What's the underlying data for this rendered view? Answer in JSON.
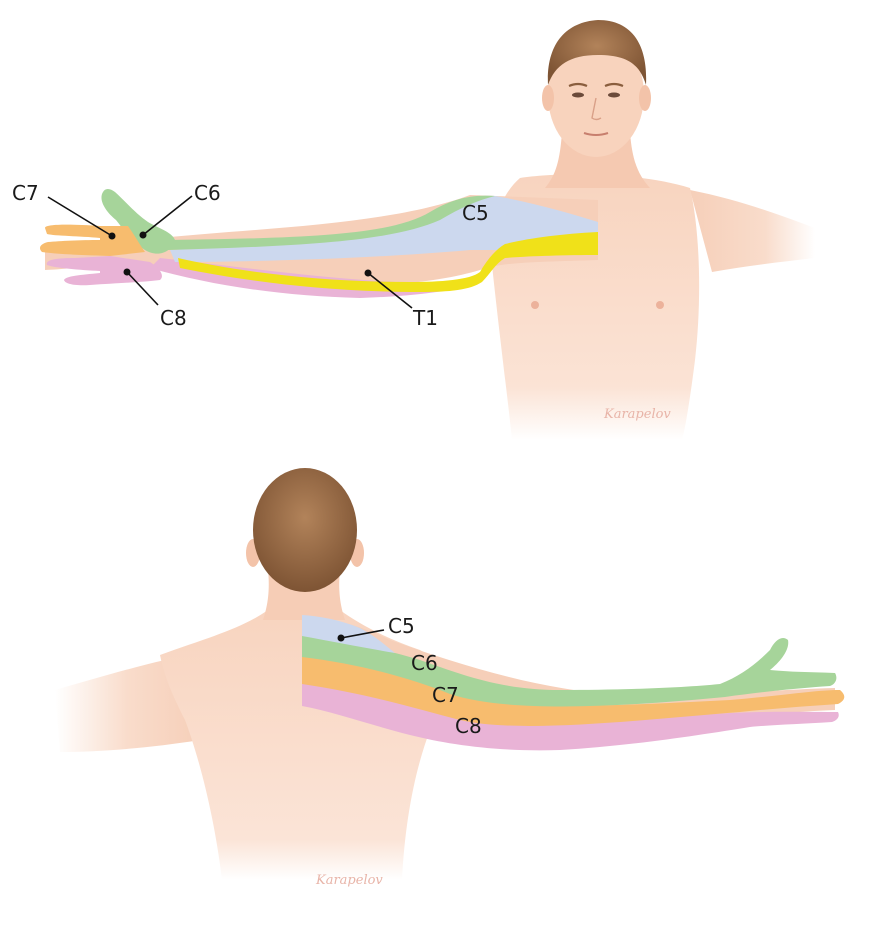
{
  "colors": {
    "skin": "#fadbc8",
    "skin_shade": "#f1c3ab",
    "hair": "#9a6b45",
    "C5": "#ccd8ee",
    "C6": "#a6d49a",
    "C7": "#f7bc6e",
    "C8": "#e9b3d6",
    "T1": "#f0e119"
  },
  "anterior": {
    "labels": {
      "c7": "C7",
      "c6": "C6",
      "c5": "C5",
      "c8": "C8",
      "t1": "T1"
    },
    "signature": "Karapelov"
  },
  "posterior": {
    "labels": {
      "c5": "C5",
      "c6": "C6",
      "c7": "C7",
      "c8": "C8"
    },
    "signature": "Karapelov"
  }
}
